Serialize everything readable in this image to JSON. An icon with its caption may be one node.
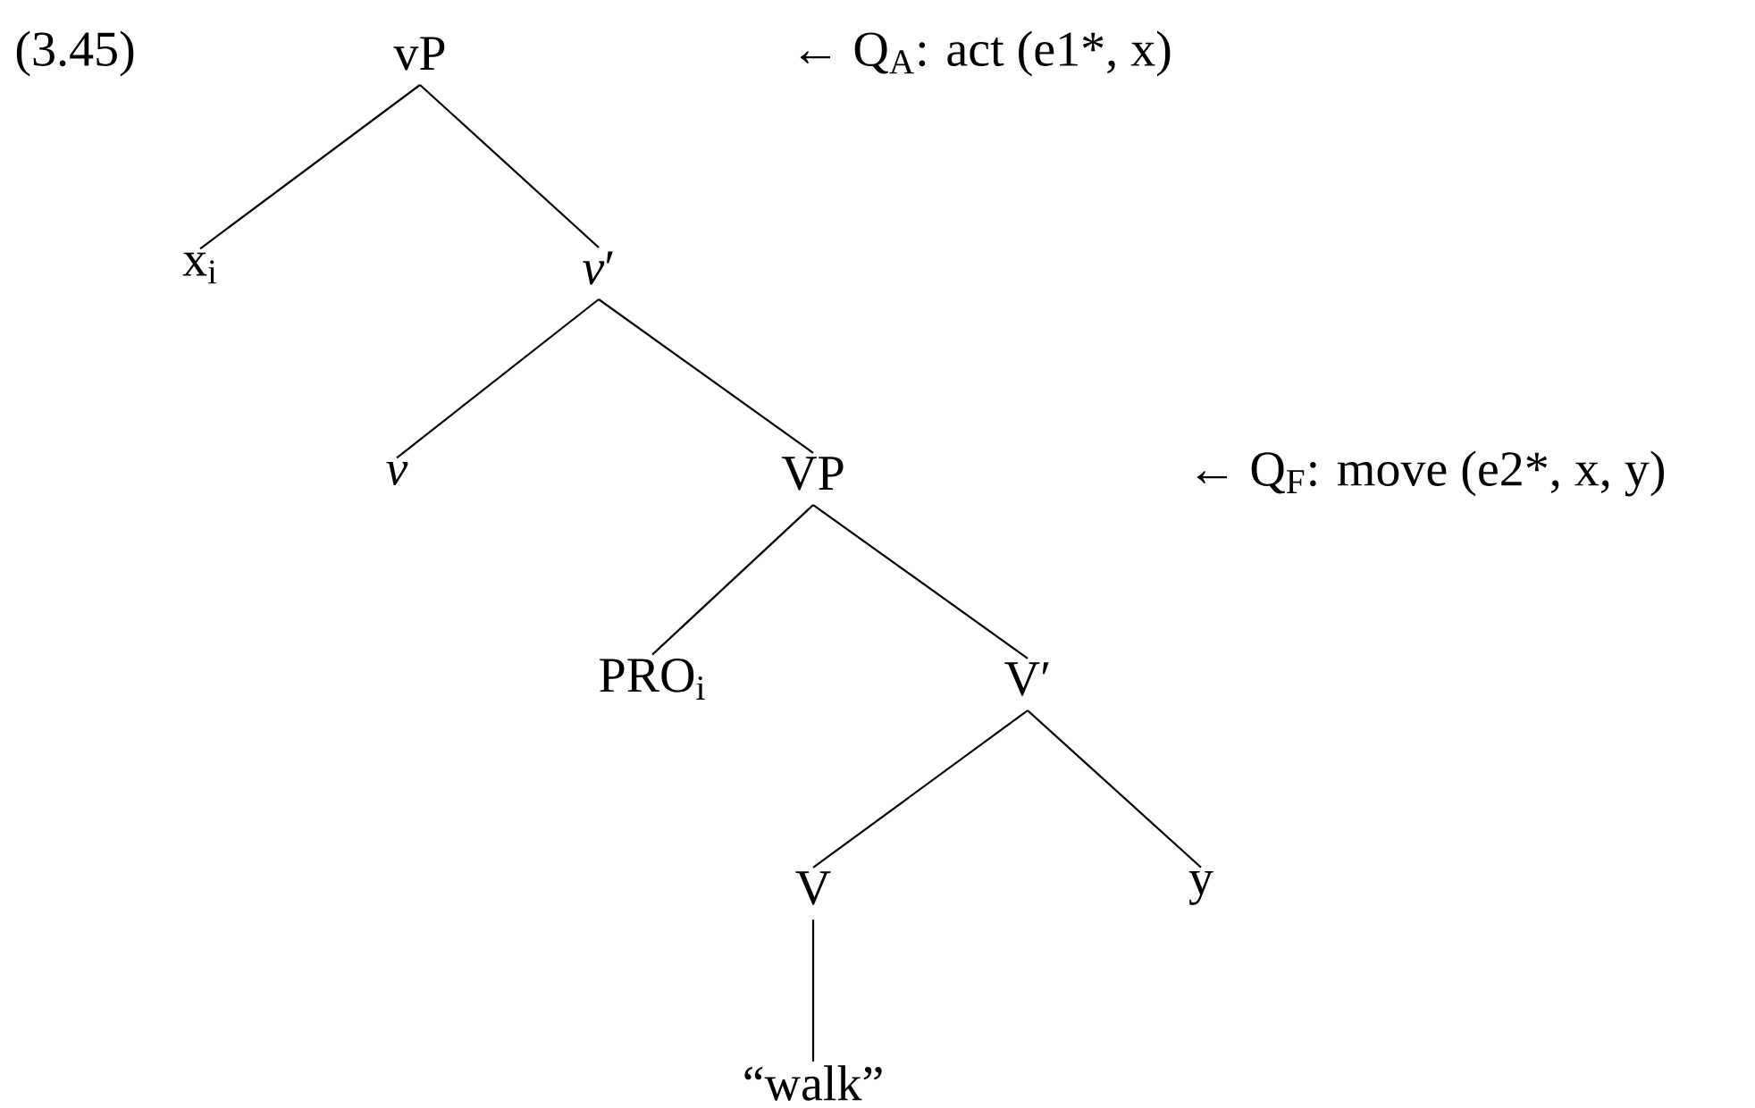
{
  "diagram": {
    "nodes": [
      {
        "text": [
          "vP"
        ]
      },
      {
        "text": [
          "←  Q$_{A}$: act (e1*, x)"
        ]
      },
      {
        "text": [
          "x$_{i}$"
        ]
      },
      {
        "text": [
          "*v*′"
        ]
      },
      {
        "text": [
          "*v*"
        ]
      },
      {
        "text": [
          "VP"
        ]
      },
      {
        "text": [
          "←  Q$_{F}$: move (e2*, x, y)"
        ]
      },
      {
        "text": [
          "PRO$_{i}$"
        ]
      },
      {
        "text": [
          "V′"
        ]
      },
      {
        "text": [
          "V"
        ]
      },
      {
        "text": [
          "y"
        ]
      },
      {
        "text": [
          "“walk”"
        ]
      }
    ],
    "edges": [
      {
        "from": 0,
        "to": 2,
        "arrow": "none"
      },
      {
        "from": 0,
        "to": 3,
        "arrow": "none"
      },
      {
        "from": 3,
        "to": 4,
        "arrow": "none"
      },
      {
        "from": 3,
        "to": 5,
        "arrow": "none"
      },
      {
        "from": 5,
        "to": 7,
        "arrow": "none"
      },
      {
        "from": 5,
        "to": 8,
        "arrow": "none"
      },
      {
        "from": 8,
        "to": 9,
        "arrow": "none"
      },
      {
        "from": 8,
        "to": 10,
        "arrow": "none"
      },
      {
        "from": 9,
        "to": 11,
        "arrow": "none"
      }
    ],
    "labels": [
      "(3.45)"
    ]
  }
}
